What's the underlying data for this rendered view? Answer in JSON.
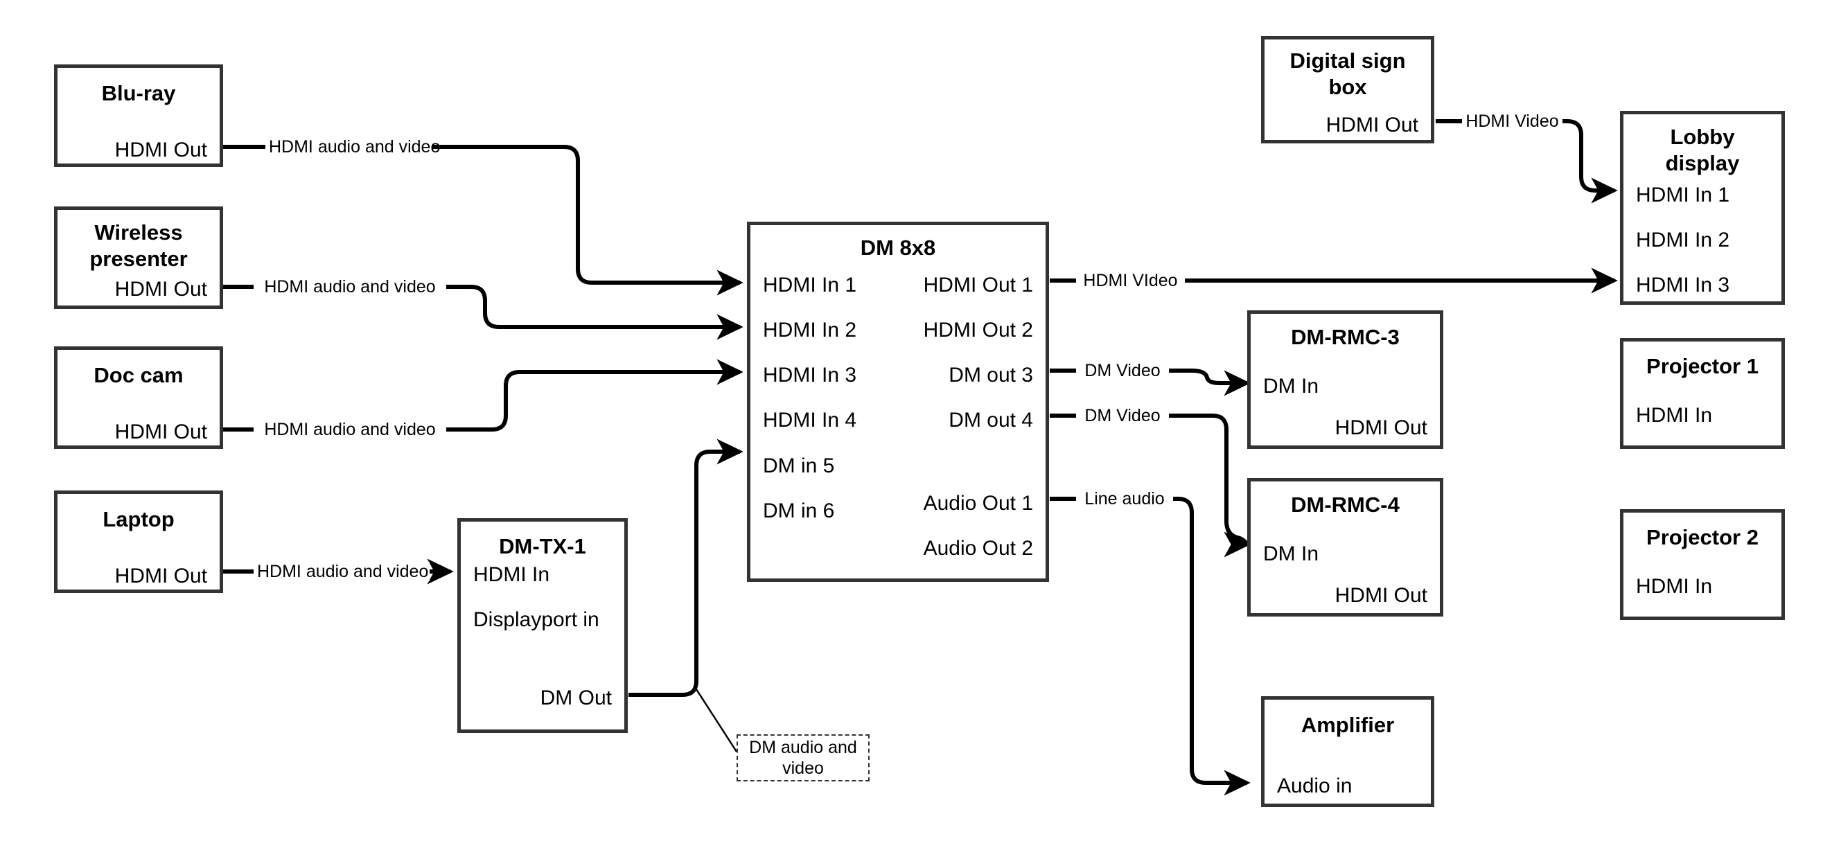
{
  "diagram": {
    "title": "AV signal flow diagram",
    "stroke_color": "#000000",
    "box_border_color": "#333333",
    "background": "#ffffff"
  },
  "devices": {
    "bluray": {
      "title": "Blu-ray",
      "ports": {
        "hdmi_out": "HDMI Out"
      }
    },
    "wireless": {
      "title": "Wireless presenter",
      "ports": {
        "hdmi_out": "HDMI Out"
      }
    },
    "doccam": {
      "title": "Doc cam",
      "ports": {
        "hdmi_out": "HDMI Out"
      }
    },
    "laptop": {
      "title": "Laptop",
      "ports": {
        "hdmi_out": "HDMI Out"
      }
    },
    "dmtx1": {
      "title": "DM-TX-1",
      "ports": {
        "hdmi_in": "HDMI In",
        "dp_in": "Displayport in",
        "dm_out": "DM Out"
      }
    },
    "dm8x8": {
      "title": "DM 8x8",
      "inputs": [
        "HDMI In 1",
        "HDMI In 2",
        "HDMI In 3",
        "HDMI In 4",
        "DM in 5",
        "DM in 6"
      ],
      "outputs": [
        "HDMI Out 1",
        "HDMI Out 2",
        "DM out 3",
        "DM out 4",
        "Audio Out 1",
        "Audio Out 2"
      ]
    },
    "digitalsign": {
      "title": "Digital sign box",
      "ports": {
        "hdmi_out": "HDMI Out"
      }
    },
    "lobby": {
      "title": "Lobby display",
      "inputs": [
        "HDMI In 1",
        "HDMI In 2",
        "HDMI In 3"
      ]
    },
    "dmrmc3": {
      "title": "DM-RMC-3",
      "ports": {
        "dm_in": "DM In",
        "hdmi_out": "HDMI Out"
      }
    },
    "dmrmc4": {
      "title": "DM-RMC-4",
      "ports": {
        "dm_in": "DM In",
        "hdmi_out": "HDMI Out"
      }
    },
    "projector1": {
      "title": "Projector 1",
      "ports": {
        "hdmi_in": "HDMI In"
      }
    },
    "projector2": {
      "title": "Projector 2",
      "ports": {
        "hdmi_in": "HDMI In"
      }
    },
    "amplifier": {
      "title": "Amplifier",
      "ports": {
        "audio_in": "Audio in"
      }
    }
  },
  "connections": {
    "bluray_to_dm": "HDMI audio and video",
    "wireless_to_dm": "HDMI audio and video",
    "doccam_to_dm": "HDMI audio and video",
    "laptop_to_dmtx1": "HDMI audio and video",
    "dmtx1_to_dm": "DM audio and video",
    "dm_out1_to_lobby": "HDMI VIdeo",
    "sign_to_lobby": "HDMI Video",
    "dm_out3_to_rmc3": "DM Video",
    "dm_out4_to_rmc4": "DM Video",
    "dm_audio_to_amp": "Line audio"
  }
}
